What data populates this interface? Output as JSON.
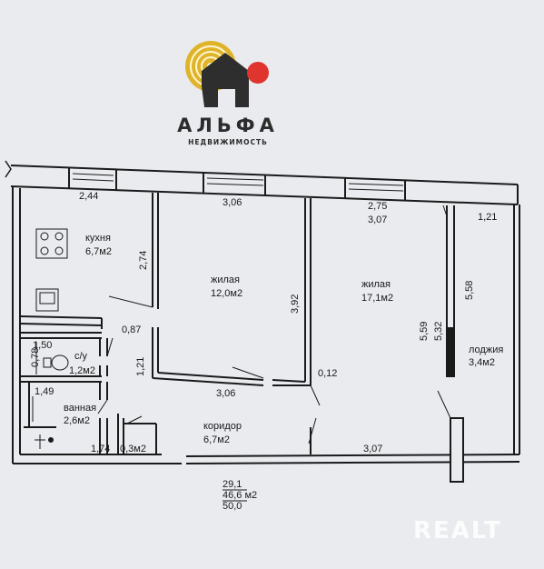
{
  "brand": {
    "name": "АЛЬФА",
    "subtitle": "НЕДВИЖИМОСТЬ"
  },
  "watermark": "REALT",
  "rooms": {
    "kitchen": {
      "name": "кухня",
      "area": "6,7м2"
    },
    "living1": {
      "name": "жилая",
      "area": "12,0м2"
    },
    "living2": {
      "name": "жилая",
      "area": "17,1м2"
    },
    "wc": {
      "name": "с/у",
      "area": "1,2м2"
    },
    "bath": {
      "name": "ванная",
      "area": "2,6м2"
    },
    "closet": {
      "area": "0,3м2"
    },
    "corridor": {
      "name": "коридор",
      "area": "6,7м2"
    },
    "loggia": {
      "name": "лоджия",
      "area": "3,4м2"
    }
  },
  "dimensions": {
    "d_kitchen_top": "2,44",
    "d_living1_top": "3,06",
    "d_living2_top_a": "2,75",
    "d_living2_top_b": "3,07",
    "d_loggia_top": "1,21",
    "d_kitchen_side": "2,74",
    "d_living1_side": "3,92",
    "d_loggia_side": "5,58",
    "d_living2_side_a": "5,59",
    "d_living2_side_b": "5,32",
    "d_087": "0,87",
    "d_150": "1,50",
    "d_078": "0,78",
    "d_121": "1,21",
    "d_149": "1,49",
    "d_living1_bottom": "3,06",
    "d_012": "0,12",
    "d_174": "1,74",
    "d_corridor_bottom": "3,07"
  },
  "totals": {
    "living": "29,1",
    "total": "46,6 м2",
    "total_with_loggia": "50,0"
  },
  "colors": {
    "background": "#e9ebef",
    "wall": "#1a1a1a",
    "logo_gold": "#e0b42a",
    "logo_red": "#e0342e"
  }
}
